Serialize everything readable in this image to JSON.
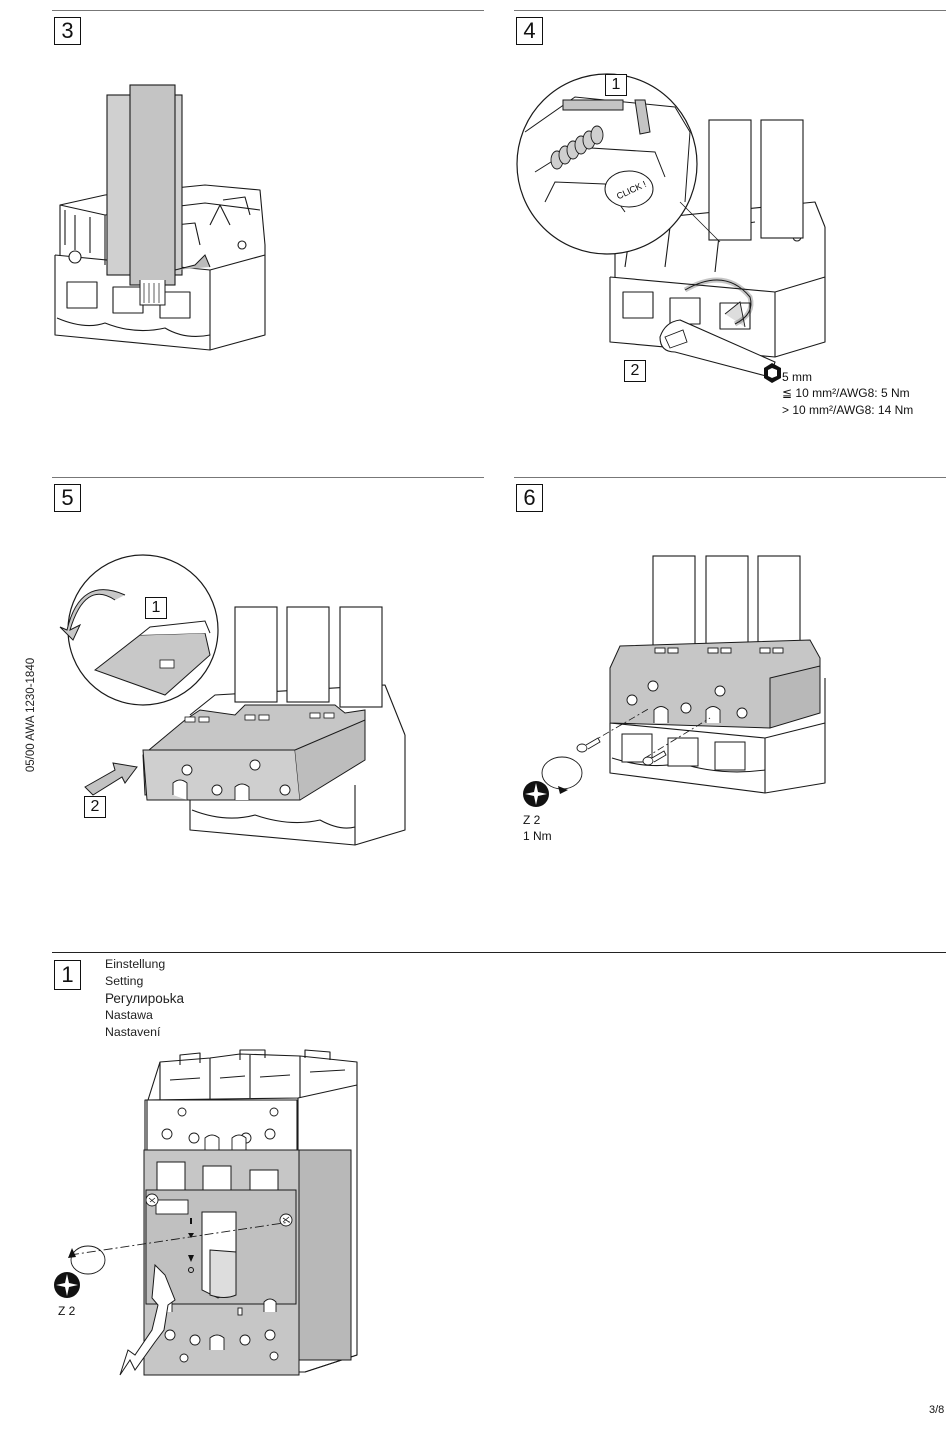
{
  "side_code": "05/00 AWA 1230-1840",
  "page_number": "3/8",
  "steps": {
    "s3": {
      "number": "3"
    },
    "s4": {
      "number": "4",
      "callout_1": "1",
      "callout_2": "2",
      "click_label": "CLICK !",
      "spec_hex": "5 mm",
      "spec_small": "≦ 10 mm²/AWG8: 5 Nm",
      "spec_large": "> 10 mm²/AWG8: 14 Nm"
    },
    "s5": {
      "number": "5",
      "callout_1": "1",
      "callout_2": "2"
    },
    "s6": {
      "number": "6",
      "tool": "Z 2",
      "torque": "1 Nm"
    }
  },
  "setting": {
    "number": "1",
    "labels": [
      "Einstellung",
      "Setting",
      "Регулиpoьka",
      "Nastawa",
      "Nastavení"
    ],
    "tool": "Z 2"
  },
  "colors": {
    "shaded": "#c8c8c8",
    "line": "#1a1a1a",
    "panel": "#ffffff"
  }
}
